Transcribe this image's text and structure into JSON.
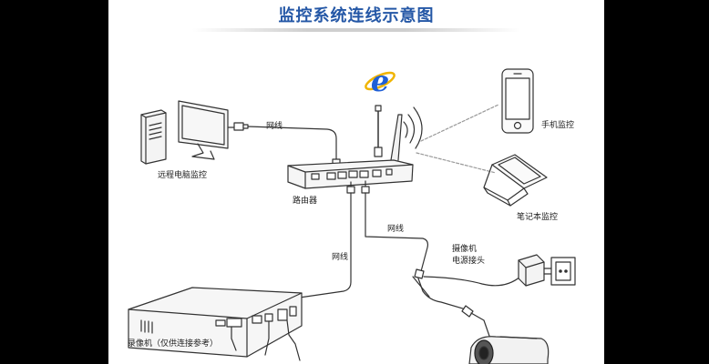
{
  "title": "监控系统连线示意图",
  "labels": {
    "cable_top": "网线",
    "remote_pc": "远程电脑监控",
    "router": "路由器",
    "phone": "手机监控",
    "laptop": "笔记本监控",
    "cable_right": "网线",
    "cable_left": "网线",
    "camera_power_line1": "摄像机",
    "camera_power_line2": "电源接头",
    "nvr": "录像机（仅供连接参考）"
  },
  "icons": [
    "ie-browser-icon",
    "computer-icon",
    "router-icon",
    "phone-icon",
    "laptop-icon",
    "recorder-icon",
    "camera-icon",
    "power-adapter-icon"
  ],
  "colors": {
    "title": "#2457a6",
    "ie_blue": "#1f5fd6",
    "ie_ring": "#f0b400"
  }
}
